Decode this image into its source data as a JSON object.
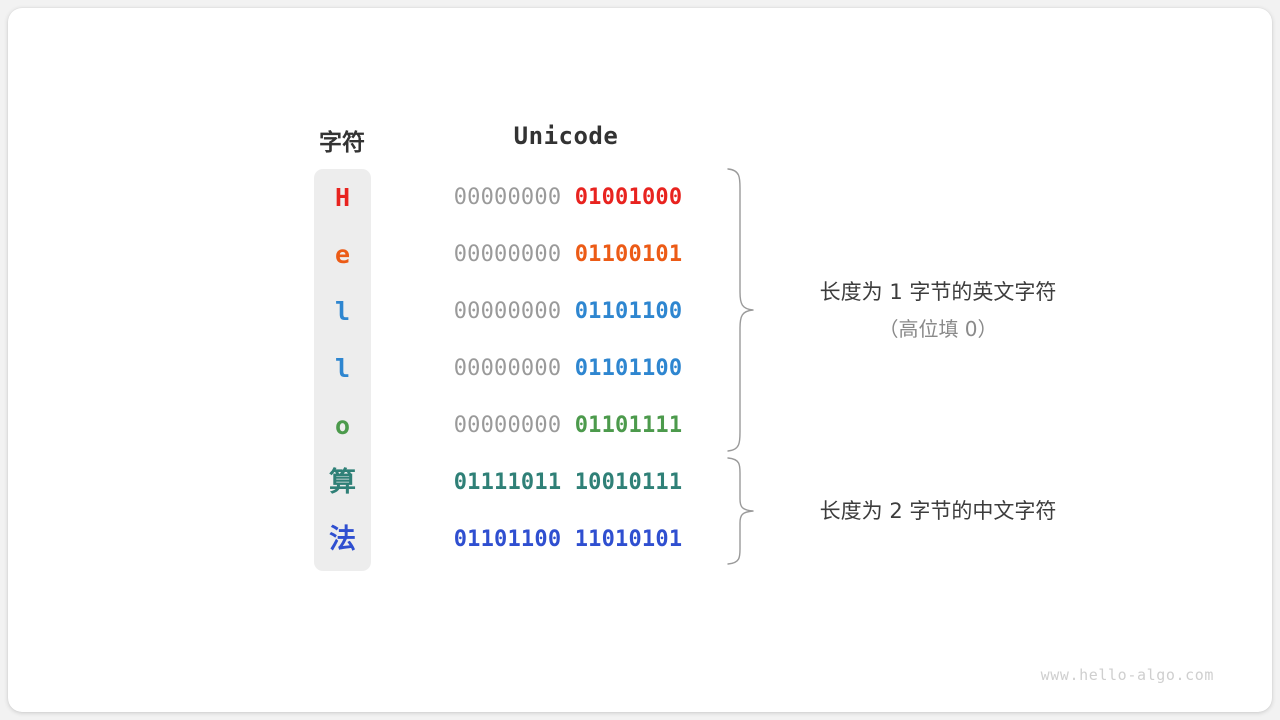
{
  "figure": {
    "watermark": "www.hello-algo.com"
  },
  "headers": {
    "character": "字符",
    "unicode": "Unicode"
  },
  "colors": {
    "red": "#e8231f",
    "orange": "#ec5b16",
    "blue_light": "#2e86d0",
    "green": "#4c9a4c",
    "teal": "#2f8077",
    "blue_strong": "#2f4fd0",
    "pad_gray": "#9a9a9a",
    "column_bg": "#ededed",
    "brace": "#9a9a9a"
  },
  "rows": [
    {
      "char": "H",
      "script": "latin",
      "color": "#e8231f",
      "pad": "00000000",
      "significant": "01001000",
      "full": "00000000 01001000"
    },
    {
      "char": "e",
      "script": "latin",
      "color": "#ec5b16",
      "pad": "00000000",
      "significant": "01100101",
      "full": "00000000 01100101"
    },
    {
      "char": "l",
      "script": "latin",
      "color": "#2e86d0",
      "pad": "00000000",
      "significant": "01101100",
      "full": "00000000 01101100"
    },
    {
      "char": "l",
      "script": "latin",
      "color": "#2e86d0",
      "pad": "00000000",
      "significant": "01101100",
      "full": "00000000 01101100"
    },
    {
      "char": "o",
      "script": "latin",
      "color": "#4c9a4c",
      "pad": "00000000",
      "significant": "01101111",
      "full": "00000000 01101111"
    },
    {
      "char": "算",
      "script": "cjk",
      "color": "#2f8077",
      "pad": "",
      "significant": "01111011 10010111",
      "full": "01111011 10010111"
    },
    {
      "char": "法",
      "script": "cjk",
      "color": "#2f4fd0",
      "pad": "",
      "significant": "01101100 11010101",
      "full": "01101100 11010101"
    }
  ],
  "annotations": {
    "group_one": {
      "main": "长度为 1 字节的英文字符",
      "sub": "（高位填 0）"
    },
    "group_two": {
      "main": "长度为 2 字节的中文字符"
    }
  }
}
